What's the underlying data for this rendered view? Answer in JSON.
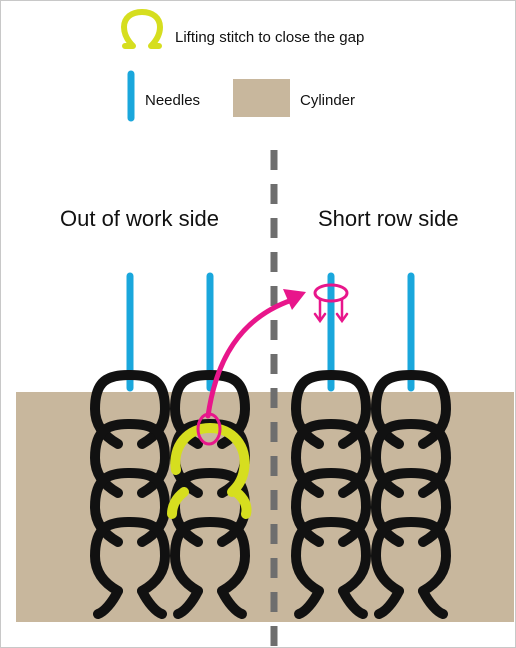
{
  "legend": {
    "lifting_label": "Lifting stitch to close the gap",
    "needles_label": "Needles",
    "cylinder_label": "Cylinder"
  },
  "sides": {
    "left_label": "Out of work side",
    "right_label": "Short row side"
  },
  "colors": {
    "needle": "#1aa7dc",
    "cylinder": "#c8b79d",
    "yarn": "#111111",
    "lifting_stitch": "#d6de1f",
    "arrow": "#e8168b",
    "divider": "#6e6e6e"
  }
}
